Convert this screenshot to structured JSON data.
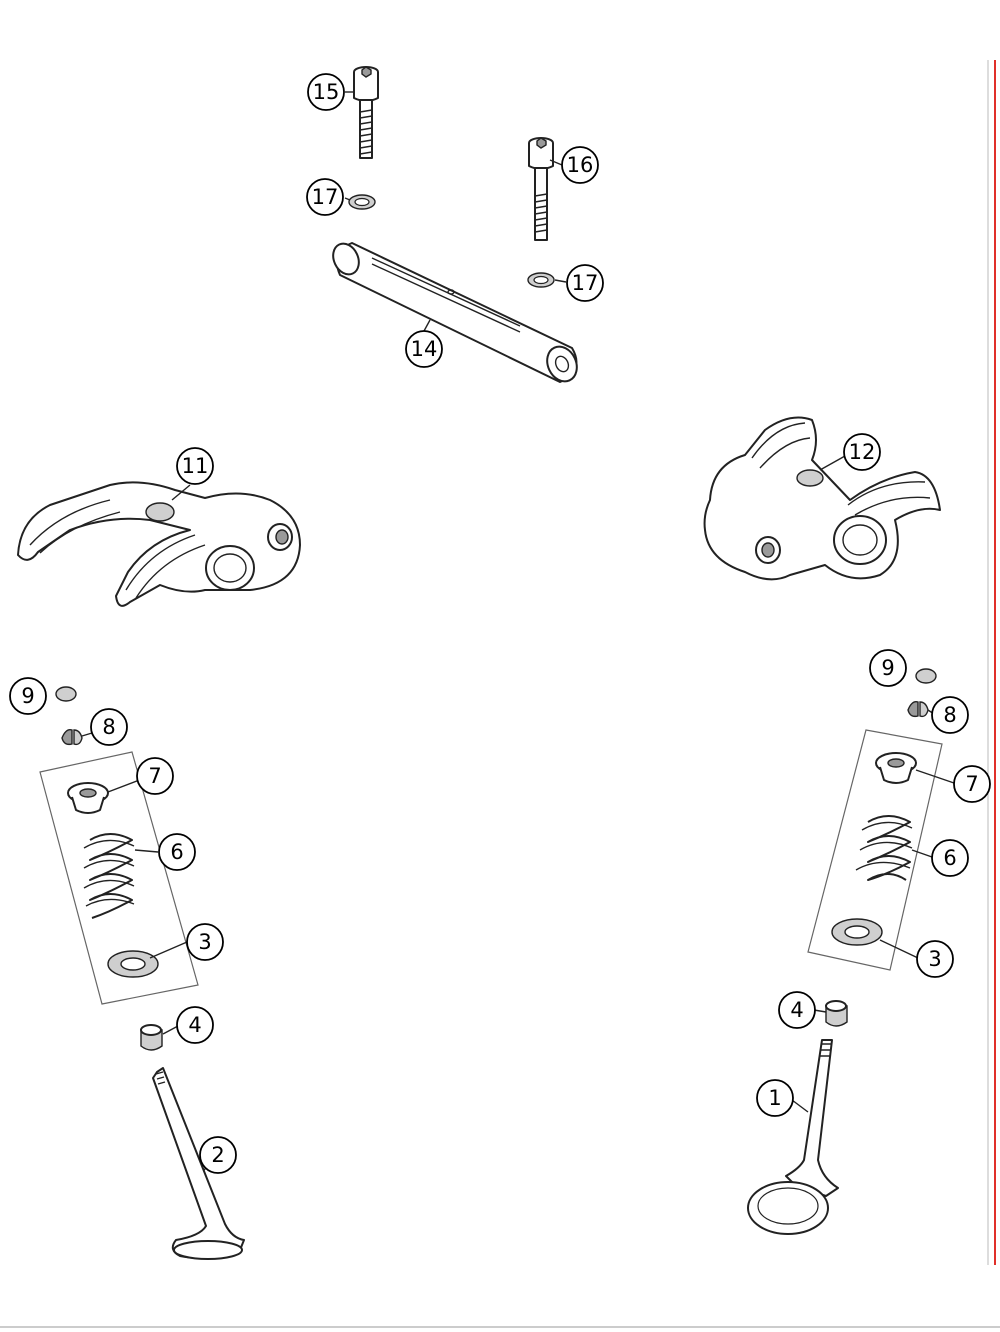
{
  "diagram": {
    "callouts": [
      {
        "id": "c15",
        "label": "15",
        "part": "bolt-top-left"
      },
      {
        "id": "c16",
        "label": "16",
        "part": "bolt-top-right"
      },
      {
        "id": "c17a",
        "label": "17",
        "part": "washer-top-left"
      },
      {
        "id": "c17b",
        "label": "17",
        "part": "washer-top-right"
      },
      {
        "id": "c14",
        "label": "14",
        "part": "rocker-shaft"
      },
      {
        "id": "c11",
        "label": "11",
        "part": "rocker-arm-left"
      },
      {
        "id": "c12",
        "label": "12",
        "part": "rocker-arm-right"
      },
      {
        "id": "c9l",
        "label": "9",
        "part": "valve-cap-left"
      },
      {
        "id": "c8l",
        "label": "8",
        "part": "valve-keeper-left"
      },
      {
        "id": "c7l",
        "label": "7",
        "part": "spring-retainer-left"
      },
      {
        "id": "c6l",
        "label": "6",
        "part": "valve-spring-left"
      },
      {
        "id": "c3l",
        "label": "3",
        "part": "spring-seat-left"
      },
      {
        "id": "c4l",
        "label": "4",
        "part": "valve-stem-seal-left"
      },
      {
        "id": "c2",
        "label": "2",
        "part": "valve-left"
      },
      {
        "id": "c9r",
        "label": "9",
        "part": "valve-cap-right"
      },
      {
        "id": "c8r",
        "label": "8",
        "part": "valve-keeper-right"
      },
      {
        "id": "c7r",
        "label": "7",
        "part": "spring-retainer-right"
      },
      {
        "id": "c6r",
        "label": "6",
        "part": "valve-spring-right"
      },
      {
        "id": "c3r",
        "label": "3",
        "part": "spring-seat-right"
      },
      {
        "id": "c4r",
        "label": "4",
        "part": "valve-stem-seal-right"
      },
      {
        "id": "c1",
        "label": "1",
        "part": "valve-right"
      }
    ],
    "colors": {
      "line": "#222222",
      "accent": "#e0302a"
    }
  }
}
